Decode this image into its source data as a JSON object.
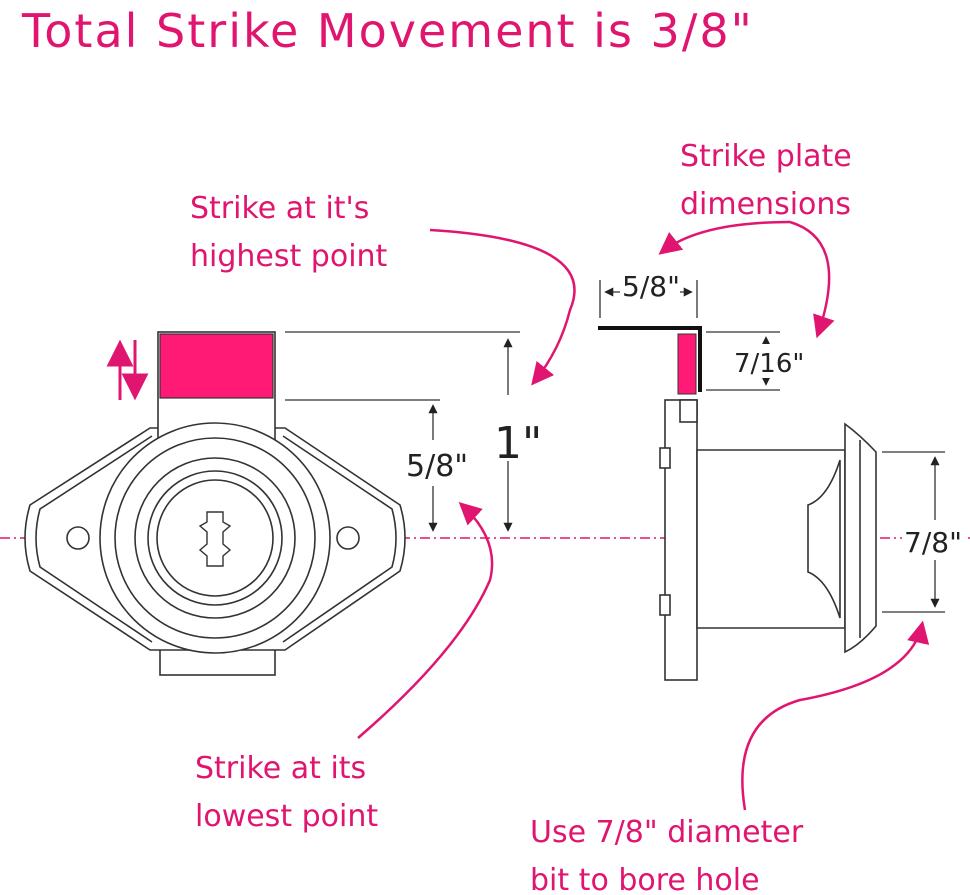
{
  "title": "Total Strike Movement is 3/8\"",
  "colors": {
    "accent": "#e0156f",
    "line": "#222222",
    "strike_fill": "#ff1a75"
  },
  "annotations": {
    "highest_line1": "Strike at it's",
    "highest_line2": "highest point",
    "lowest_line1": "Strike at its",
    "lowest_line2": "lowest point",
    "plate_line1": "Strike plate",
    "plate_line2": "dimensions",
    "bore_line1": "Use 7/8\" diameter",
    "bore_line2": "bit to bore hole"
  },
  "dimensions": {
    "total_height": "1\"",
    "travel": "5/8\"",
    "plate_width": "5/8\"",
    "plate_height": "7/16\"",
    "cylinder_diameter": "7/8\""
  },
  "icons": [
    "up-down-arrows-icon",
    "keyhole-icon"
  ]
}
